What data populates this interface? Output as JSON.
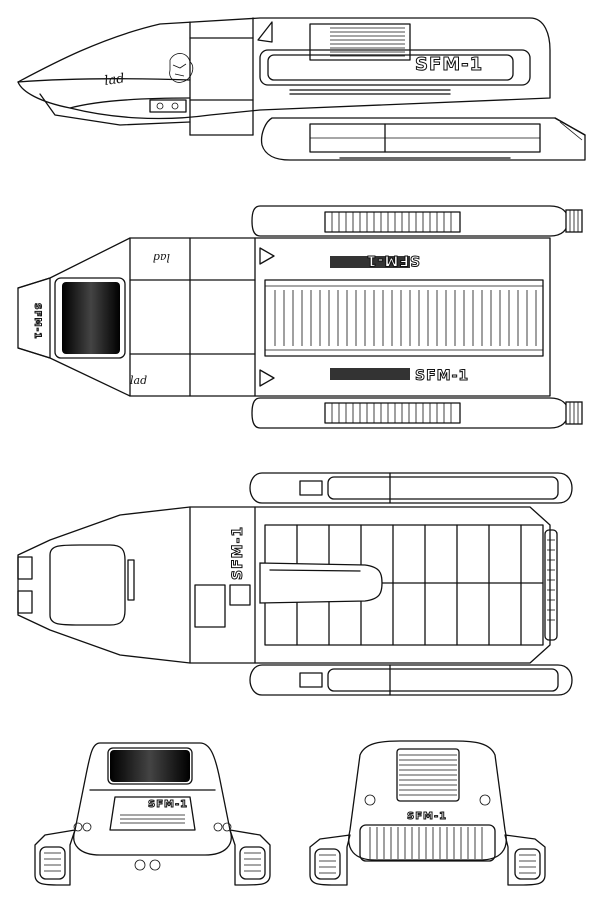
{
  "craft": {
    "registry": "SFM-1",
    "signature": "lad"
  },
  "colors": {
    "ink": "#111111",
    "paper": "#ffffff",
    "canopy_dark": "#1a1a1a"
  },
  "views": [
    {
      "id": "side"
    },
    {
      "id": "top"
    },
    {
      "id": "bottom"
    },
    {
      "id": "front"
    },
    {
      "id": "rear"
    }
  ]
}
